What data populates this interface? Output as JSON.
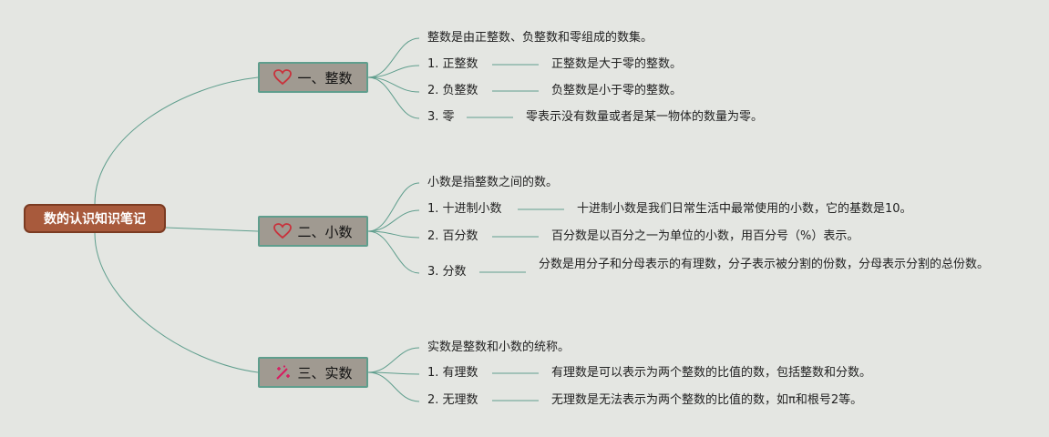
{
  "root": {
    "label": "数的认识知识笔记"
  },
  "branches": [
    {
      "label": "一、整数",
      "icon": "heart-icon",
      "intro": "整数是由正整数、负整数和零组成的数集。",
      "items": [
        {
          "term": "1. 正整数",
          "desc": "正整数是大于零的整数。"
        },
        {
          "term": "2. 负整数",
          "desc": "负整数是小于零的整数。"
        },
        {
          "term": "3. 零",
          "desc": "零表示没有数量或者是某一物体的数量为零。"
        }
      ]
    },
    {
      "label": "二、小数",
      "icon": "heart-icon",
      "intro": "小数是指整数之间的数。",
      "items": [
        {
          "term": "1. 十进制小数",
          "desc": "十进制小数是我们日常生活中最常使用的小数，它的基数是10。"
        },
        {
          "term": "2. 百分数",
          "desc": "百分数是以百分之一为单位的小数，用百分号（%）表示。"
        },
        {
          "term": "3. 分数",
          "desc": "分数是用分子和分母表示的有理数，分子表示被分割的份数，分母表示分割的总份数。"
        }
      ]
    },
    {
      "label": "三、实数",
      "icon": "magic-wand-icon",
      "intro": "实数是整数和小数的统称。",
      "items": [
        {
          "term": "1. 有理数",
          "desc": "有理数是可以表示为两个整数的比值的数，包括整数和分数。"
        },
        {
          "term": "2. 无理数",
          "desc": "无理数是无法表示为两个整数的比值的数，如π和根号2等。"
        }
      ]
    }
  ],
  "colors": {
    "line": "#5f9e8d",
    "root": "#a85a3c",
    "node": "#a09a91",
    "heart": "#c8323c",
    "wand": "#d81b60"
  }
}
